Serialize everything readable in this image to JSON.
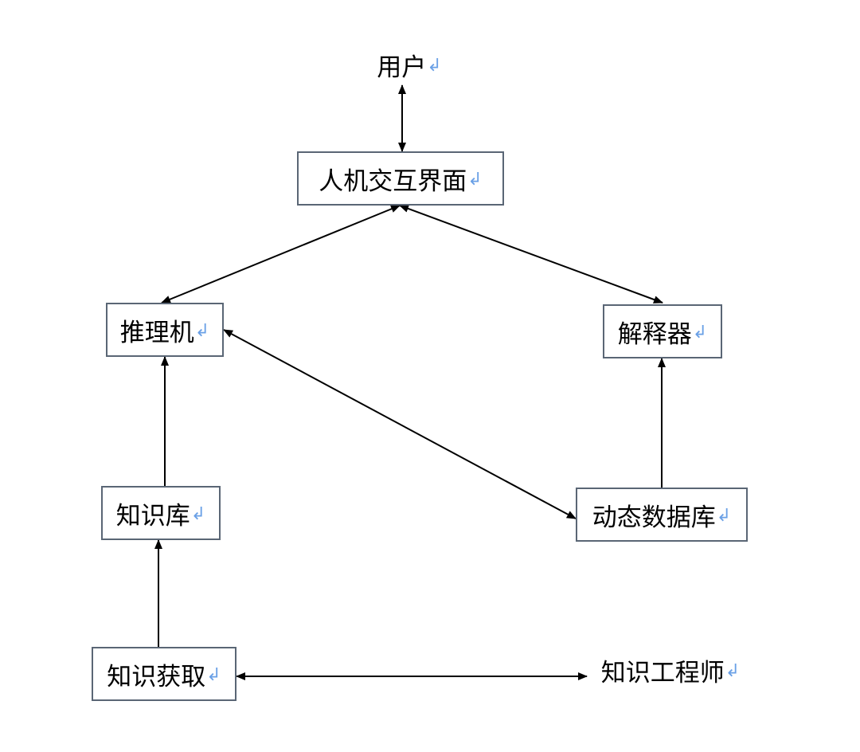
{
  "diagram": {
    "nodes": [
      {
        "id": "user",
        "label": "用户",
        "boxed": false
      },
      {
        "id": "hci",
        "label": "人机交互界面",
        "boxed": true
      },
      {
        "id": "inference",
        "label": "推理机",
        "boxed": true
      },
      {
        "id": "explainer",
        "label": "解释器",
        "boxed": true
      },
      {
        "id": "kb",
        "label": "知识库",
        "boxed": true
      },
      {
        "id": "dyndb",
        "label": "动态数据库",
        "boxed": true
      },
      {
        "id": "acquisition",
        "label": "知识获取",
        "boxed": true
      },
      {
        "id": "engineer",
        "label": "知识工程师",
        "boxed": false
      }
    ],
    "edges": [
      {
        "from": "user",
        "to": "hci",
        "direction": "both"
      },
      {
        "from": "hci",
        "to": "inference",
        "direction": "both"
      },
      {
        "from": "hci",
        "to": "explainer",
        "direction": "both"
      },
      {
        "from": "inference",
        "to": "dyndb",
        "direction": "both"
      },
      {
        "from": "kb",
        "to": "inference",
        "direction": "forward"
      },
      {
        "from": "dyndb",
        "to": "explainer",
        "direction": "forward"
      },
      {
        "from": "acquisition",
        "to": "kb",
        "direction": "forward"
      },
      {
        "from": "acquisition",
        "to": "engineer",
        "direction": "both"
      }
    ],
    "paragraph_mark": "↲",
    "colors": {
      "box_border": "#5a6675",
      "line": "#000000",
      "paragraph_mark": "#6aa0e6"
    }
  }
}
